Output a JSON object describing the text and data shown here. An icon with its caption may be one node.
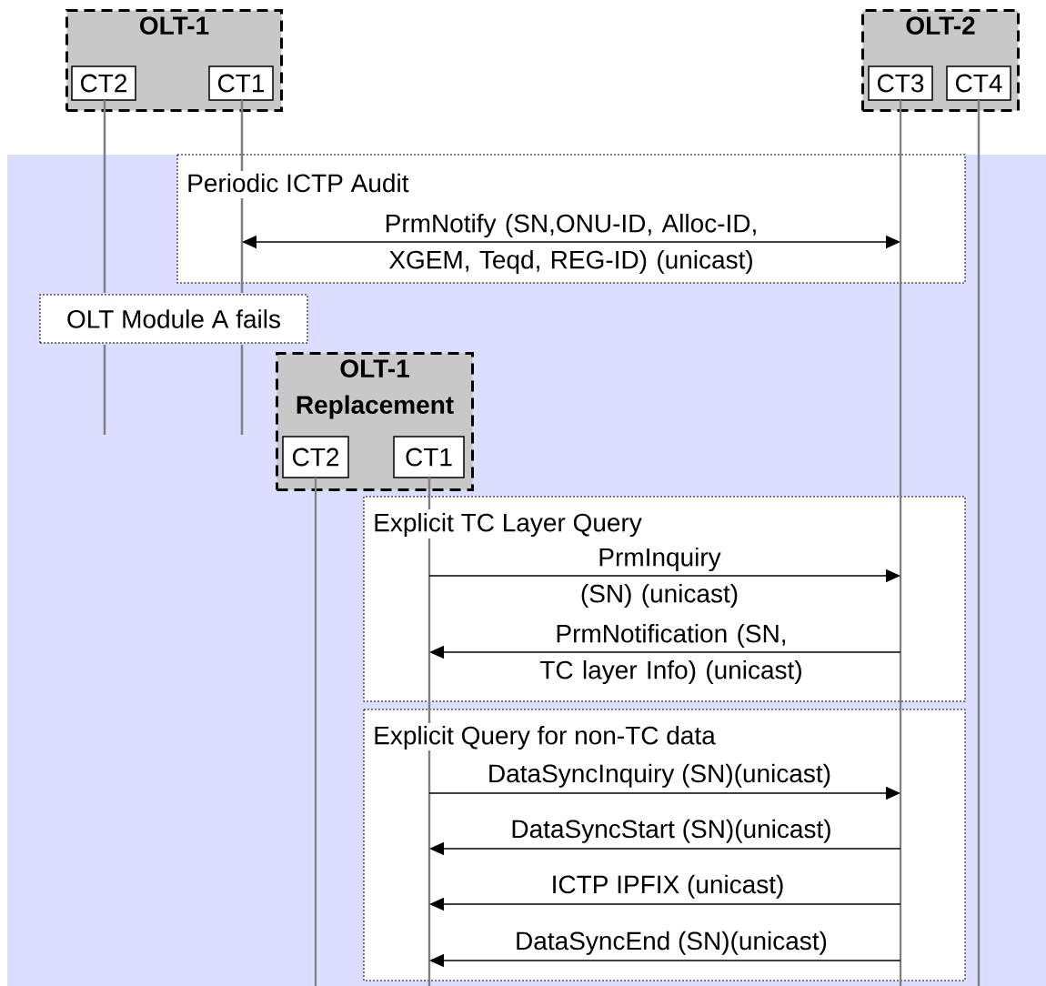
{
  "diagram": {
    "nodes": [
      {
        "text": [
          "OLT-1"
        ]
      },
      {
        "text": [
          "CT2"
        ],
        "in": 0
      },
      {
        "text": [
          "CT1"
        ],
        "in": 0
      },
      {
        "text": [
          "OLT-2"
        ]
      },
      {
        "text": [
          "CT3"
        ],
        "in": 3
      },
      {
        "text": [
          "CT4"
        ],
        "in": 3
      },
      {
        "text": [
          "OLT Module A fails"
        ]
      },
      {
        "text": [
          "OLT-1 Replacement"
        ]
      },
      {
        "text": [
          "CT2"
        ],
        "in": 7
      },
      {
        "text": [
          "CT1"
        ],
        "in": 7
      },
      {
        "text": [],
        "shape": "bar"
      },
      {
        "text": [],
        "shape": "bar"
      },
      {
        "text": [],
        "shape": "bar"
      },
      {
        "text": [],
        "shape": "bar"
      },
      {
        "text": [],
        "shape": "bar"
      },
      {
        "text": [],
        "shape": "bar"
      }
    ],
    "edges": [
      {
        "from": 11,
        "to": 14,
        "arrow": "both",
        "label": "PrmNotify (SN,ONU-ID, Alloc-ID, XGEM, Teqd, REG-ID) (unicast)"
      },
      {
        "from": 13,
        "to": 14,
        "arrow": "to",
        "label": "PrmInquiry (SN) (unicast)"
      },
      {
        "from": 14,
        "to": 13,
        "arrow": "to",
        "label": "PrmNotification (SN, TC layer Info) (unicast)"
      },
      {
        "from": 13,
        "to": 14,
        "arrow": "to",
        "label": "DataSyncInquiry (SN)(unicast)"
      },
      {
        "from": 14,
        "to": 13,
        "arrow": "to",
        "label": "DataSyncStart (SN)(unicast)"
      },
      {
        "from": 14,
        "to": 13,
        "arrow": "to",
        "label": "ICTP IPFIX (unicast)"
      },
      {
        "from": 14,
        "to": 13,
        "arrow": "to",
        "label": "DataSyncEnd (SN)(unicast)"
      }
    ],
    "labels": [
      "Periodic ICTP Audit",
      "Explicit TC Layer Query",
      "Explicit Query for non-TC data"
    ]
  }
}
